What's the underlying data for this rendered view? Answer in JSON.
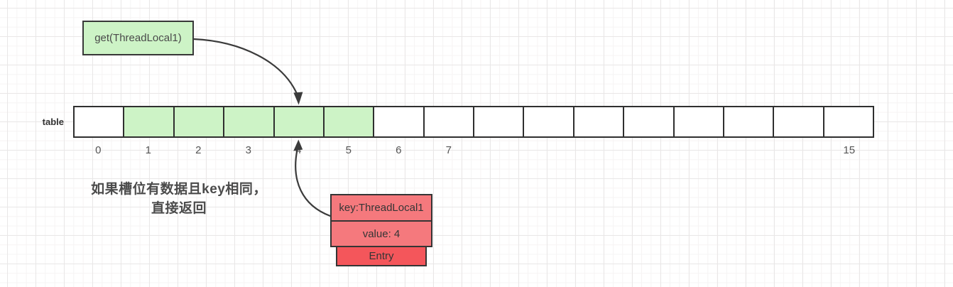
{
  "call_box": {
    "label": "get(ThreadLocal1)"
  },
  "table": {
    "label": "table",
    "slot_count": 16,
    "highlighted_slots": [
      1,
      2,
      3,
      4,
      5
    ],
    "index_labels": [
      {
        "slot": 0,
        "text": "0"
      },
      {
        "slot": 1,
        "text": "1"
      },
      {
        "slot": 2,
        "text": "2"
      },
      {
        "slot": 3,
        "text": "3"
      },
      {
        "slot": 4,
        "text": "4"
      },
      {
        "slot": 5,
        "text": "5"
      },
      {
        "slot": 6,
        "text": "6"
      },
      {
        "slot": 7,
        "text": "7"
      },
      {
        "slot": 15,
        "text": "15"
      }
    ]
  },
  "entry": {
    "key_label": "key:ThreadLocal1",
    "value_label": "value: 4",
    "type_label": "Entry"
  },
  "note": {
    "line1": "如果槽位有数据且key相同，",
    "line2": "直接返回"
  },
  "colors": {
    "highlight_green": "#cdf3c6",
    "entry_pink": "#f5797d",
    "entry_red": "#f4565b",
    "stroke_dark": "#3b3b3b",
    "grid_major": "#e9e7e7",
    "grid_minor": "#f6f4f4"
  }
}
